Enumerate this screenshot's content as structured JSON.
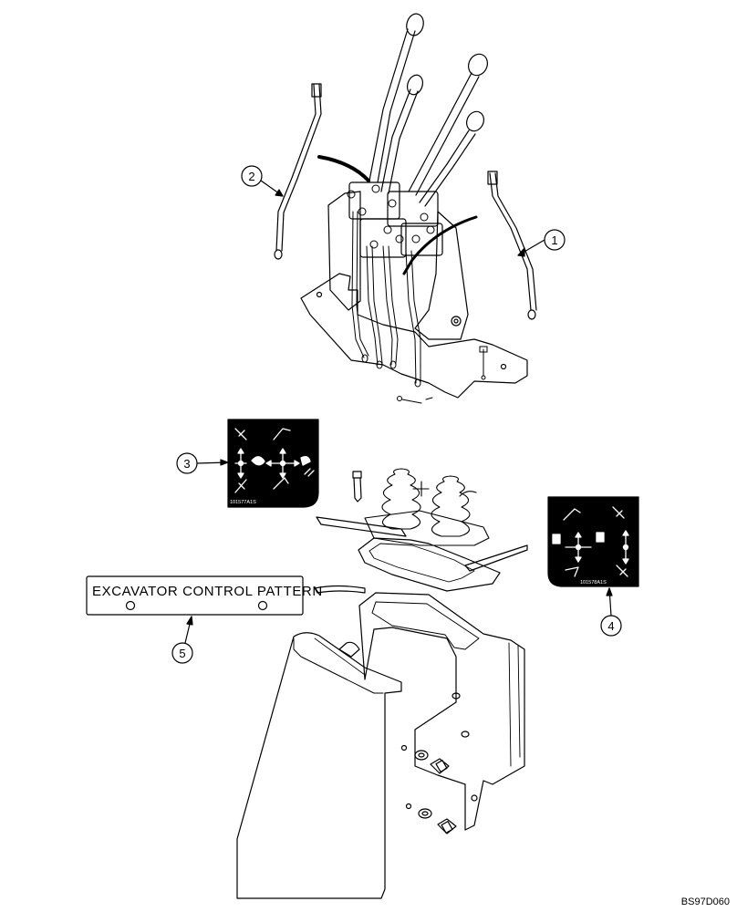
{
  "callouts": [
    "1",
    "2",
    "3",
    "4",
    "5"
  ],
  "plate_text": "EXCAVATOR CONTROL PATTERN",
  "decal_3_code": "101577A1S",
  "decal_4_code": "101578A1S",
  "figure_reference": "BS97D060",
  "icons": [
    "boom-icon",
    "bucket-icon",
    "dipper-icon",
    "swing-icon",
    "arrow-icon"
  ]
}
